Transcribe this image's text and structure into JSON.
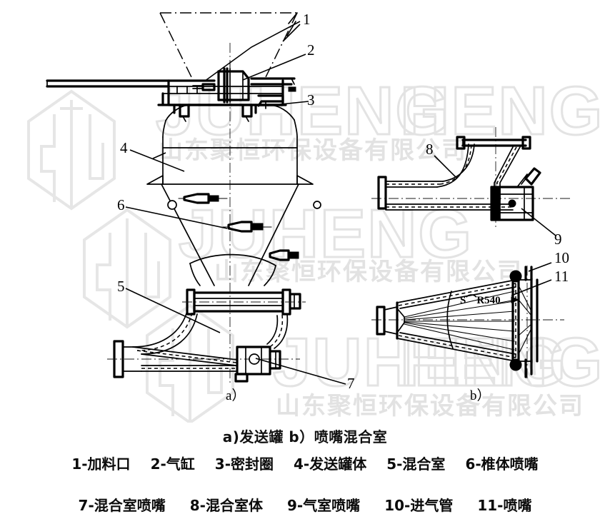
{
  "figure": {
    "title_caption": "a)发送罐   b）喷嘴混合室",
    "sub_labels": {
      "a": "a）",
      "b": "b）"
    },
    "dimension_note": "S⌒R540",
    "callouts": [
      {
        "id": "1",
        "text": "1"
      },
      {
        "id": "2",
        "text": "2"
      },
      {
        "id": "3",
        "text": "3"
      },
      {
        "id": "4",
        "text": "4"
      },
      {
        "id": "5",
        "text": "5"
      },
      {
        "id": "6",
        "text": "6"
      },
      {
        "id": "7",
        "text": "7"
      },
      {
        "id": "8",
        "text": "8"
      },
      {
        "id": "9",
        "text": "9"
      },
      {
        "id": "10",
        "text": "10"
      },
      {
        "id": "11",
        "text": "11"
      }
    ],
    "watermark": {
      "latin": "JUHENG",
      "chinese": "山东聚恒环保设备有限公司",
      "logo_name": "JH hexagon logo"
    }
  },
  "legend": {
    "row1": [
      {
        "num": "1",
        "label": "1-加料口"
      },
      {
        "num": "2",
        "label": "2-气缸"
      },
      {
        "num": "3",
        "label": "3-密封圈"
      },
      {
        "num": "4",
        "label": "4-发送罐体"
      },
      {
        "num": "5",
        "label": "5-混合室"
      },
      {
        "num": "6",
        "label": "6-椎体喷嘴"
      }
    ],
    "row2": [
      {
        "num": "7",
        "label": "7-混合室喷嘴"
      },
      {
        "num": "8",
        "label": "8-混合室体"
      },
      {
        "num": "9",
        "label": "9-气室喷嘴"
      },
      {
        "num": "10",
        "label": "10-进气管"
      },
      {
        "num": "11",
        "label": "11-喷嘴"
      }
    ]
  },
  "colors": {
    "background": "#ffffff",
    "line": "#000000",
    "watermark": "#e3e3e3"
  }
}
